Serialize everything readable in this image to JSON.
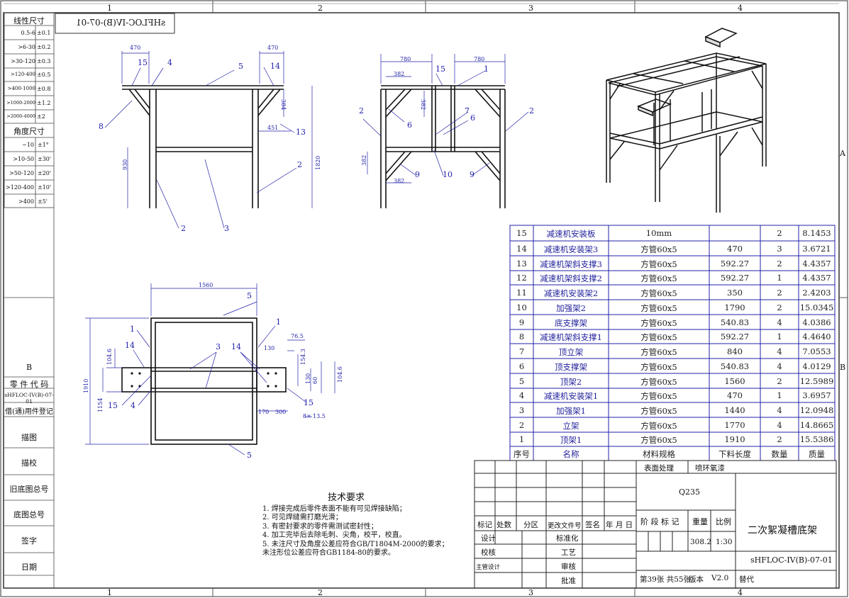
{
  "sheet": {
    "code_mirrored": "sHFLOC-IV(B)-07-01",
    "zones_top": [
      "1",
      "2",
      "3",
      "4"
    ],
    "zones_bottom": [
      "1",
      "2",
      "3",
      "4"
    ],
    "zone_right": [
      "A",
      "B"
    ],
    "zone_left": "B"
  },
  "tolerances": {
    "linear_title": "线性尺寸",
    "linear": [
      {
        "range": "0.5-6",
        "tol": "±0.1"
      },
      {
        "range": ">6-30",
        "tol": "±0.2"
      },
      {
        "range": ">30-120",
        "tol": "±0.3"
      },
      {
        "range": ">120-400",
        "tol": "±0.5"
      },
      {
        "range": ">400-1000",
        "tol": "±0.8"
      },
      {
        "range": ">1000-2000",
        "tol": "±1.2"
      },
      {
        "range": ">2000-4000",
        "tol": "±2"
      }
    ],
    "angle_title": "角度尺寸",
    "angle": [
      {
        "range": "~10",
        "tol": "±1°"
      },
      {
        "range": ">10-50",
        "tol": "±30'"
      },
      {
        "range": ">50-120",
        "tol": "±20'"
      },
      {
        "range": ">120-400",
        "tol": "±10'"
      },
      {
        "range": ">400",
        "tol": "±5'"
      }
    ]
  },
  "left_column": {
    "part_code_label": "零 件 代 码",
    "part_code": "sHFLOC-IV(B)-07-01",
    "registry": "借(通)用件登记",
    "rows": [
      "描图",
      "描校",
      "旧底图总号",
      "底图总号",
      "签字",
      "日期"
    ]
  },
  "views": {
    "front": {
      "dims": [
        "470",
        "470",
        "384",
        "451",
        "930",
        "1820"
      ],
      "balloons": [
        "15",
        "4",
        "5",
        "14",
        "8",
        "13",
        "2",
        "2",
        "3"
      ]
    },
    "side": {
      "dims": [
        "780",
        "780",
        "382",
        "382",
        "382",
        "382"
      ],
      "balloons": [
        "15",
        "1",
        "2",
        "6",
        "7",
        "6",
        "2",
        "9",
        "10",
        "9"
      ]
    },
    "top": {
      "dims": [
        "1560",
        "1910",
        "1154",
        "104.6",
        "76.5",
        "130",
        "154.3",
        "130",
        "104.6",
        "60",
        "170",
        "300",
        "13.5"
      ],
      "balloons": [
        "5",
        "1",
        "1",
        "14",
        "3",
        "14",
        "15",
        "4",
        "15",
        "5"
      ],
      "hole_note": "8×"
    }
  },
  "bom": {
    "rows": [
      {
        "no": "15",
        "name": "减速机安装板",
        "spec": "10mm",
        "length": "",
        "qty": "2",
        "mass": "8.1453"
      },
      {
        "no": "14",
        "name": "减速机安装架3",
        "spec": "方管60x5",
        "length": "470",
        "qty": "3",
        "mass": "3.6721"
      },
      {
        "no": "13",
        "name": "减速机架斜支撑3",
        "spec": "方管60x5",
        "length": "592.27",
        "qty": "2",
        "mass": "4.4357"
      },
      {
        "no": "12",
        "name": "减速机架斜支撑2",
        "spec": "方管60x5",
        "length": "592.27",
        "qty": "1",
        "mass": "4.4357"
      },
      {
        "no": "11",
        "name": "减速机安装架2",
        "spec": "方管60x5",
        "length": "350",
        "qty": "2",
        "mass": "2.4203"
      },
      {
        "no": "10",
        "name": "加强架2",
        "spec": "方管60x5",
        "length": "1790",
        "qty": "2",
        "mass": "15.0345"
      },
      {
        "no": "9",
        "name": "底支撑架",
        "spec": "方管60x5",
        "length": "540.83",
        "qty": "4",
        "mass": "4.0386"
      },
      {
        "no": "8",
        "name": "减速机架斜支撑1",
        "spec": "方管60x5",
        "length": "592.27",
        "qty": "1",
        "mass": "4.4640"
      },
      {
        "no": "7",
        "name": "顶立架",
        "spec": "方管60x5",
        "length": "840",
        "qty": "4",
        "mass": "7.0553"
      },
      {
        "no": "6",
        "name": "顶支撑架",
        "spec": "方管60x5",
        "length": "540.83",
        "qty": "4",
        "mass": "4.0129"
      },
      {
        "no": "5",
        "name": "顶架2",
        "spec": "方管60x5",
        "length": "1560",
        "qty": "2",
        "mass": "12.5989"
      },
      {
        "no": "4",
        "name": "减速机安装架1",
        "spec": "方管60x5",
        "length": "470",
        "qty": "1",
        "mass": "3.6957"
      },
      {
        "no": "3",
        "name": "加强架1",
        "spec": "方管60x5",
        "length": "1440",
        "qty": "4",
        "mass": "12.0948"
      },
      {
        "no": "2",
        "name": "立架",
        "spec": "方管60x5",
        "length": "1770",
        "qty": "4",
        "mass": "14.8665"
      },
      {
        "no": "1",
        "name": "顶架1",
        "spec": "方管60x5",
        "length": "1910",
        "qty": "2",
        "mass": "15.5386"
      }
    ],
    "header": {
      "no": "序号",
      "name": "名称",
      "spec": "材料规格",
      "length": "下料长度",
      "qty": "数量",
      "mass": "质量"
    }
  },
  "requirements": {
    "title": "技术要求",
    "items": [
      "1.  焊接完成后零件表面不能有可见焊接缺陷；",
      "2.  可见焊缝需打磨光滑；",
      "3.  有密封要求的零件需测试密封性；",
      "4.  加工完毕后去除毛刺、尖角，校平，校直。",
      "5.  未注尺寸及角度公差应符合GB/T1804M-2000的要求；",
      "     未注形位公差应符合GB1184-80的要求。"
    ]
  },
  "title_block": {
    "surface_label": "表面处理",
    "surface_value": "喷环氧漆",
    "material": "Q235",
    "stage_label": "阶 段 标 记",
    "weight_label": "重量",
    "scale_label": "比例",
    "weight": "308.2",
    "scale": "1:30",
    "drawing_name": "二次絮凝槽底架",
    "drawing_code": "sHFLOC-IV(B)-07-01",
    "rev_headers": [
      "标记",
      "处数",
      "分区",
      "更改文件号",
      "签名",
      "年 月 日"
    ],
    "roles": [
      "设计",
      "校核",
      "主管设计"
    ],
    "roles2": [
      "标准化",
      "工艺",
      "审核",
      "批准"
    ],
    "sheet_info": "第39张 共55张",
    "version_label": "版本",
    "version": "V2.0",
    "replace_label": "替代"
  }
}
